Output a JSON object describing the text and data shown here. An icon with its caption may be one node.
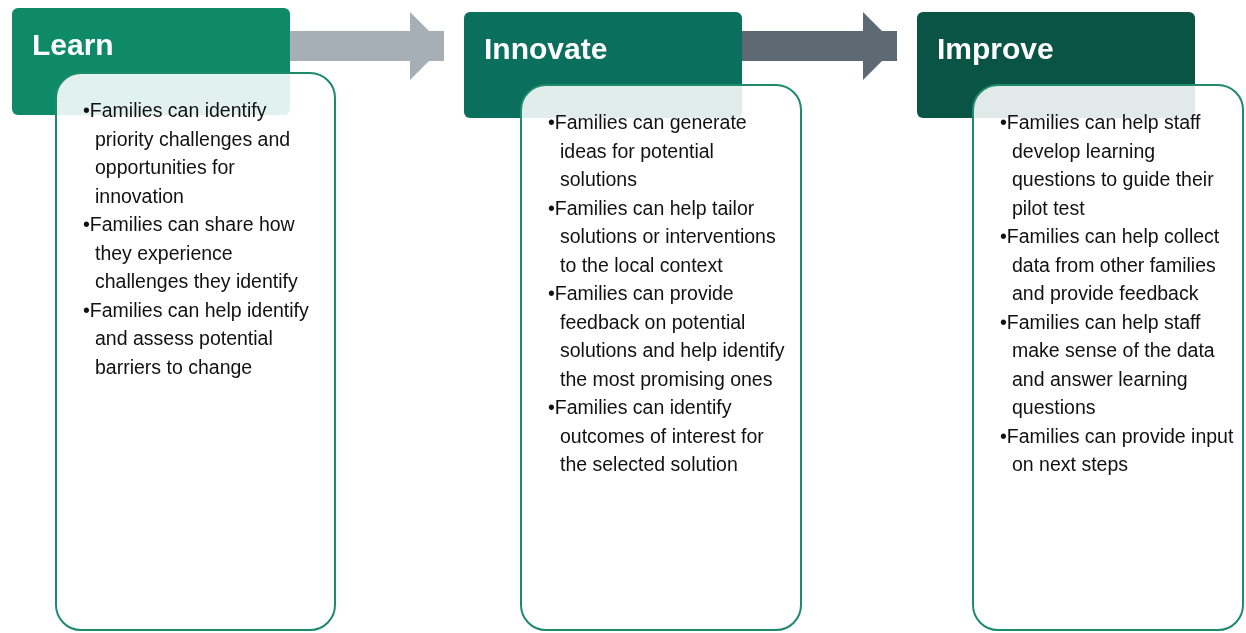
{
  "diagram": {
    "nodes": [
      {
        "text": [
          "Learn"
        ]
      },
      {
        "text": [
          "•Families can identify priority challenges and opportunities for innovation",
          "•Families can share how they experience challenges they identify",
          "•Families can help identify and assess potential barriers to change"
        ]
      },
      {
        "text": [
          "Innovate"
        ]
      },
      {
        "text": [
          "•Families can generate ideas for potential solutions",
          "•Families can help tailor solutions or interventions to the local context",
          "•Families can provide feedback on potential solutions and help identify the most promising ones",
          "•Families can identify outcomes of interest for the selected solution"
        ]
      },
      {
        "text": [
          "Improve"
        ]
      },
      {
        "text": [
          "•Families can help staff develop learning questions to guide their pilot test",
          "•Families can help collect data from other families and provide feedback",
          "•Families can help staff make sense of the data and answer learning questions",
          "•Families can provide input on next steps"
        ]
      }
    ],
    "edges": [
      {
        "from": 0,
        "to": 2,
        "arrow": "to",
        "color": "#a6aeb6"
      },
      {
        "from": 2,
        "to": 4,
        "arrow": "to",
        "color": "#5e6a73"
      }
    ]
  }
}
